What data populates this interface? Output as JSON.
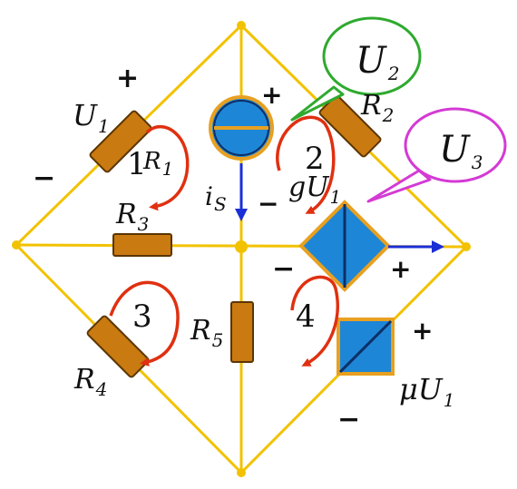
{
  "colors": {
    "wire": "#f2c200",
    "node": "#f2c200",
    "resistor_fill": "#c97a10",
    "resistor_stroke": "#5a3500",
    "source_fill": "#1e86d6",
    "source_stroke": "#0c2f66",
    "source_rim": "#e8a020",
    "loop_arrow": "#e03010",
    "current_arrow": "#1a2fd6",
    "bubble_u2": "#2eaa2e",
    "bubble_u3": "#d43ad4"
  },
  "icons": {
    "current_source": "circle-current-source-icon",
    "controlled_current_source": "diamond-controlled-current-source-icon",
    "voltage_source": "square-voltage-source-icon"
  },
  "labels": {
    "u1": "U",
    "u1_sub": "1",
    "r1": "R",
    "r1_sub": "1",
    "r2": "R",
    "r2_sub": "2",
    "r3": "R",
    "r3_sub": "3",
    "r4": "R",
    "r4_sub": "4",
    "r5": "R",
    "r5_sub": "5",
    "is": "i",
    "is_sub": "S",
    "g_source": "gU",
    "g_source_sub": "1",
    "mu_source": "μU",
    "mu_source_sub": "1",
    "u2_bubble": "U",
    "u2_bubble_sub": "2",
    "u3_bubble": "U",
    "u3_bubble_sub": "3"
  },
  "loops": [
    "1",
    "2",
    "3",
    "4"
  ],
  "signs": {
    "u1_plus": "+",
    "u1_minus": "−",
    "is_plus": "+",
    "is_minus": "−",
    "g_minus": "−",
    "g_plus": "+",
    "mu_plus": "+",
    "mu_minus": "−"
  }
}
